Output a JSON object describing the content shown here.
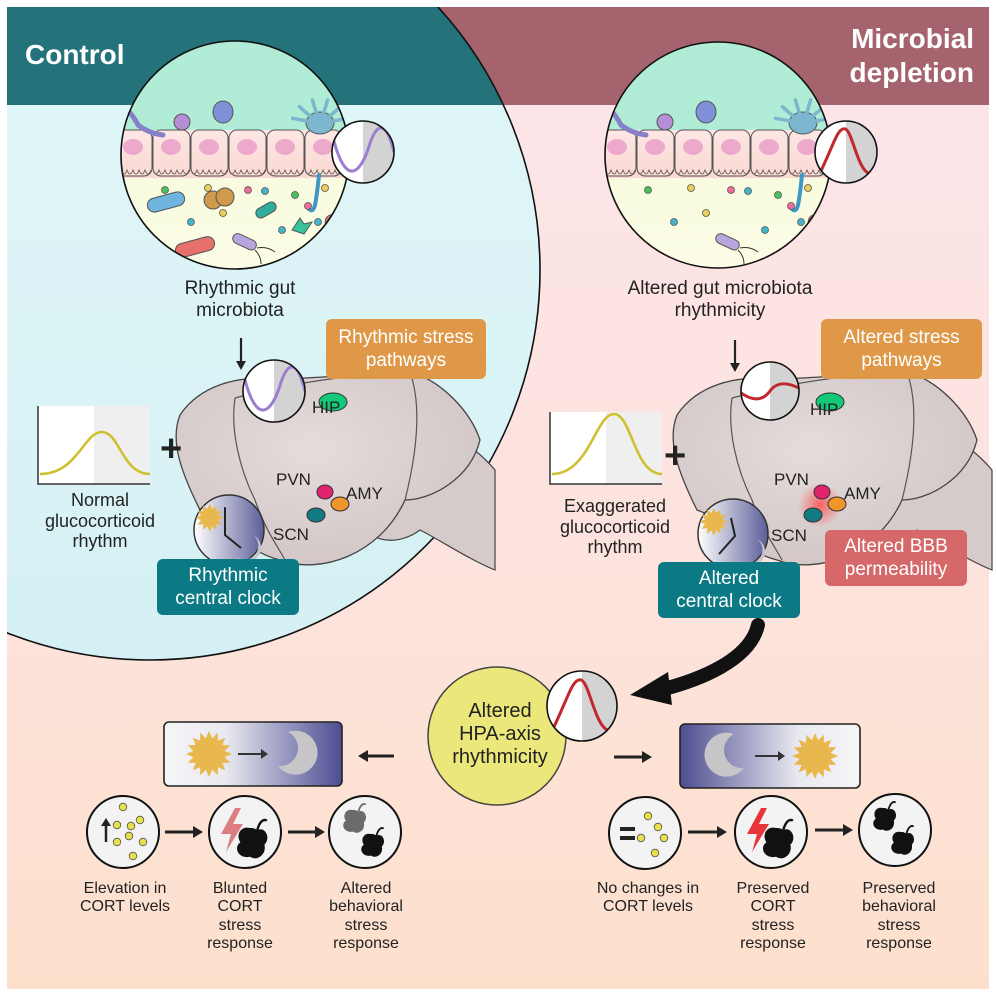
{
  "panels": {
    "control": {
      "title": "Control",
      "color": "#24727a",
      "background": "#d8f1f4"
    },
    "depletion": {
      "title": "Microbial depletion",
      "title_lines": [
        "Microbial",
        "depletion"
      ],
      "color": "#a5636d",
      "background": "#fde4ea"
    }
  },
  "colors": {
    "bottom_background": "#fde1cf",
    "stress_box": "#df9848",
    "clock_box": "#0c7a84",
    "bbb_box": "#d6686a",
    "hpa_circle": "#ebe77a",
    "rhythm_wave_control": "#9b7fd1",
    "rhythm_wave_depletion": "#c0282d",
    "glucocorticoid_curve": "#cfc030",
    "hip": "#12c97a",
    "pvn": "#e0246e",
    "amy": "#f0942c",
    "scn": "#127a80"
  },
  "control": {
    "gut_label": [
      "Rhythmic gut",
      "microbiota"
    ],
    "stress_box": [
      "Rhythmic stress",
      "pathways"
    ],
    "glucocorticoid_label": [
      "Normal",
      "glucocorticoid",
      "rhythm"
    ],
    "clock_box": [
      "Rhythmic",
      "central clock"
    ],
    "regions": {
      "hip": "HIP",
      "pvn": "PVN",
      "amy": "AMY",
      "scn": "SCN"
    },
    "plus": "+"
  },
  "depletion": {
    "gut_label": [
      "Altered gut microbiota",
      "rhythmicity"
    ],
    "stress_box": [
      "Altered stress",
      "pathways"
    ],
    "glucocorticoid_label": [
      "Exaggerated",
      "glucocorticoid",
      "rhythm"
    ],
    "clock_box": [
      "Altered",
      "central clock"
    ],
    "bbb_box": [
      "Altered BBB",
      "permeability"
    ],
    "regions": {
      "hip": "HIP",
      "pvn": "PVN",
      "amy": "AMY",
      "scn": "SCN"
    },
    "plus": "+"
  },
  "hpa": {
    "label": [
      "Altered",
      "HPA-axis",
      "rhythmicity"
    ]
  },
  "outcomes": {
    "day_to_night": {
      "transition": "light-to-dark",
      "steps": [
        {
          "icon": "cort-elevation-icon",
          "label": [
            "Elevation in",
            "CORT levels"
          ]
        },
        {
          "icon": "blunted-stress-icon",
          "label": [
            "Blunted",
            "CORT",
            "stress",
            "response"
          ]
        },
        {
          "icon": "altered-behavior-icon",
          "label": [
            "Altered",
            "behavioral",
            "stress",
            "response"
          ]
        }
      ]
    },
    "night_to_day": {
      "transition": "dark-to-light",
      "steps": [
        {
          "icon": "cort-unchanged-icon",
          "label": [
            "No changes in",
            "CORT levels"
          ]
        },
        {
          "icon": "preserved-stress-icon",
          "label": [
            "Preserved",
            "CORT",
            "stress",
            "response"
          ]
        },
        {
          "icon": "preserved-behavior-icon",
          "label": [
            "Preserved",
            "behavioral",
            "stress",
            "response"
          ]
        }
      ]
    }
  }
}
